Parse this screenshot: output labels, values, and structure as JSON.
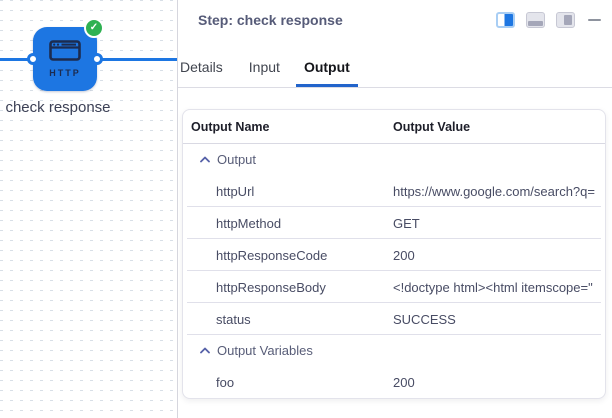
{
  "canvas": {
    "node": {
      "label": "check response",
      "type_label": "HTTP",
      "node_color": "#1d76e2",
      "badge_color": "#2fb152"
    }
  },
  "icons": {
    "check": "✓",
    "collapse_chevron": "chevron-up"
  },
  "panel": {
    "title": "Step: check response",
    "toolbar": {
      "split_view_active": true
    },
    "tabs": [
      {
        "label": "Details",
        "active": false
      },
      {
        "label": "Input",
        "active": false
      },
      {
        "label": "Output",
        "active": true
      }
    ],
    "table": {
      "columns": [
        "Output Name",
        "Output Value"
      ],
      "groups": [
        {
          "label": "Output",
          "collapsed": false,
          "rows": [
            {
              "name": "httpUrl",
              "value": "https://www.google.com/search?q="
            },
            {
              "name": "httpMethod",
              "value": "GET"
            },
            {
              "name": "httpResponseCode",
              "value": "200"
            },
            {
              "name": "httpResponseBody",
              "value": "<!doctype html><html itemscope=\""
            },
            {
              "name": "status",
              "value": "SUCCESS"
            }
          ]
        },
        {
          "label": "Output Variables",
          "collapsed": false,
          "rows": [
            {
              "name": "foo",
              "value": "200"
            }
          ]
        }
      ]
    }
  },
  "colors": {
    "accent_blue": "#1d76e2",
    "tab_underline": "#2264cb",
    "success_green": "#2fb152"
  }
}
